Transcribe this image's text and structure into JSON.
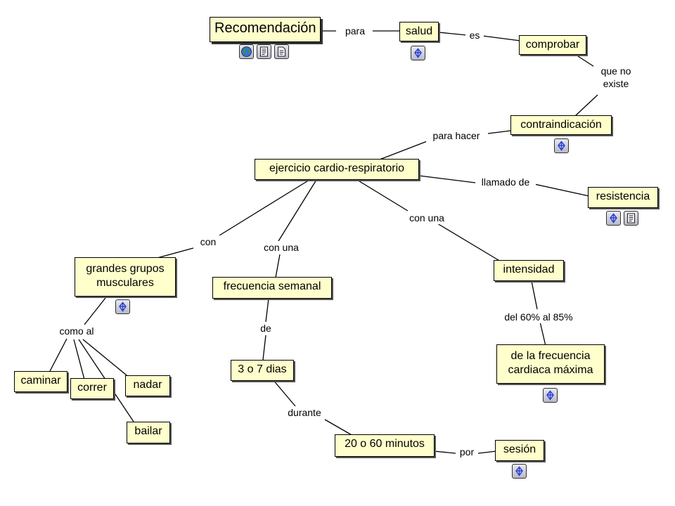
{
  "concepts": {
    "recomendacion": "Recomendación",
    "salud": "salud",
    "comprobar": "comprobar",
    "contraindicacion": "contraindicación",
    "ejercicio": "ejercicio cardio-respiratorio",
    "resistencia": "resistencia",
    "grandes_grupos": "grandes grupos\nmusculares",
    "frecuencia_semanal": "frecuencia semanal",
    "intensidad": "intensidad",
    "caminar": "caminar",
    "correr": "correr",
    "nadar": "nadar",
    "bailar": "bailar",
    "dias": "3 o 7 dias",
    "minutos": "20 o 60 minutos",
    "sesion": "sesión",
    "frecuencia_cardiaca": "de la frecuencia\ncardiaca máxima"
  },
  "links": {
    "para": "para",
    "es": "es",
    "que_no_existe": "que no\nexiste",
    "para_hacer": "para hacer",
    "llamado_de": "llamado de",
    "con": "con",
    "con_una_1": "con una",
    "con_una_2": "con una",
    "como_al": "como al",
    "de": "de",
    "durante": "durante",
    "por": "por",
    "porcentaje": "del 60% al 85%"
  },
  "icons": {
    "web": "globe-icon",
    "document": "document-icon",
    "concept_map": "concept-map-icon"
  },
  "colors": {
    "node_fill": "#ffffcc",
    "icon_blue": "#2a3fd0",
    "globe_blue": "#3b6fd8",
    "globe_green": "#2a9a3a"
  }
}
